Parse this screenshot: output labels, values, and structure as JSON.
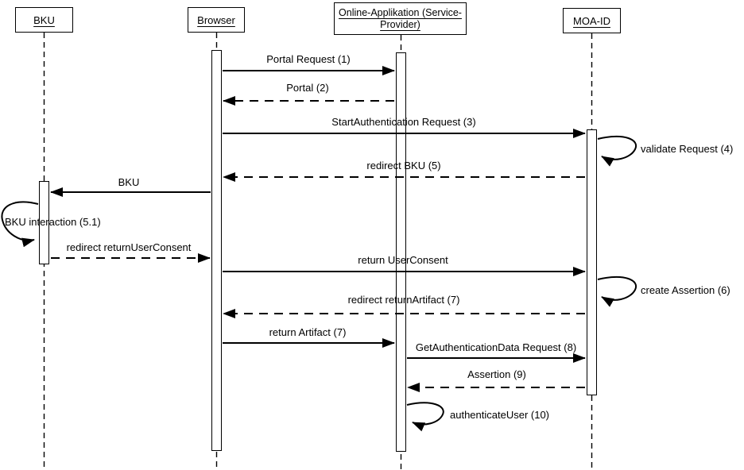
{
  "diagram": {
    "type": "uml-sequence",
    "background_color": "#ffffff",
    "line_color": "#000000",
    "actors": [
      {
        "label": "BKU"
      },
      {
        "label": "Browser"
      },
      {
        "label": "Online-Applikation (Service-Provider)"
      },
      {
        "label": "MOA-ID"
      }
    ],
    "messages": [
      {
        "label": "Portal Request (1)",
        "from": "Browser",
        "to": "Online-Applikation",
        "kind": "solid-arrow"
      },
      {
        "label": "Portal (2)",
        "from": "Online-Applikation",
        "to": "Browser",
        "kind": "dashed-arrow"
      },
      {
        "label": "StartAuthentication Request (3)",
        "from": "Browser",
        "to": "MOA-ID",
        "kind": "solid-arrow"
      },
      {
        "label": "validate Request (4)",
        "from": "MOA-ID",
        "to": "MOA-ID",
        "kind": "self-loop"
      },
      {
        "label": "redirect BKU (5)",
        "from": "MOA-ID",
        "to": "Browser",
        "kind": "dashed-arrow"
      },
      {
        "label": "BKU",
        "from": "Browser",
        "to": "BKU",
        "kind": "solid-arrow"
      },
      {
        "label": "BKU interaction (5.1)",
        "from": "BKU",
        "to": "BKU",
        "kind": "self-loop"
      },
      {
        "label": "redirect returnUserConsent",
        "from": "BKU",
        "to": "Browser",
        "kind": "dashed-arrow"
      },
      {
        "label": "return UserConsent",
        "from": "Browser",
        "to": "MOA-ID",
        "kind": "solid-arrow"
      },
      {
        "label": "create Assertion (6)",
        "from": "MOA-ID",
        "to": "MOA-ID",
        "kind": "self-loop"
      },
      {
        "label": "redirect returnArtifact (7)",
        "from": "MOA-ID",
        "to": "Browser",
        "kind": "dashed-arrow"
      },
      {
        "label": "return Artifact (7)",
        "from": "Browser",
        "to": "Online-Applikation",
        "kind": "solid-arrow"
      },
      {
        "label": "GetAuthenticationData Request (8)",
        "from": "Online-Applikation",
        "to": "MOA-ID",
        "kind": "solid-arrow"
      },
      {
        "label": "Assertion (9)",
        "from": "MOA-ID",
        "to": "Online-Applikation",
        "kind": "dashed-arrow"
      },
      {
        "label": "authenticateUser (10)",
        "from": "Online-Applikation",
        "to": "Online-Applikation",
        "kind": "self-loop"
      }
    ]
  }
}
